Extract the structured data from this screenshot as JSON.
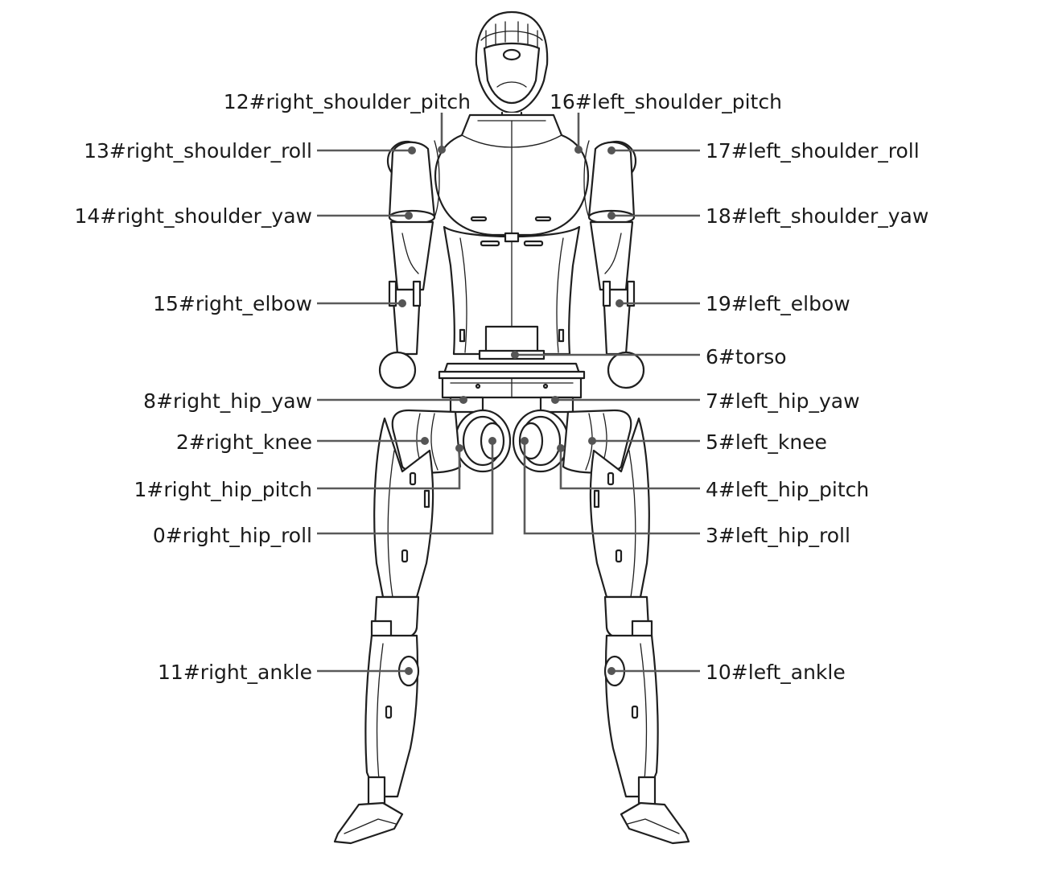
{
  "joints": [
    {
      "id": "j12",
      "label": "12#right_shoulder_pitch",
      "side": "right"
    },
    {
      "id": "j16",
      "label": "16#left_shoulder_pitch",
      "side": "left"
    },
    {
      "id": "j13",
      "label": "13#right_shoulder_roll",
      "side": "right"
    },
    {
      "id": "j17",
      "label": "17#left_shoulder_roll",
      "side": "left"
    },
    {
      "id": "j14",
      "label": "14#right_shoulder_yaw",
      "side": "right"
    },
    {
      "id": "j18",
      "label": "18#left_shoulder_yaw",
      "side": "left"
    },
    {
      "id": "j15",
      "label": "15#right_elbow",
      "side": "right"
    },
    {
      "id": "j19",
      "label": "19#left_elbow",
      "side": "left"
    },
    {
      "id": "j6",
      "label": "6#torso",
      "side": "left"
    },
    {
      "id": "j8",
      "label": "8#right_hip_yaw",
      "side": "right"
    },
    {
      "id": "j7",
      "label": "7#left_hip_yaw",
      "side": "left"
    },
    {
      "id": "j2",
      "label": "2#right_knee",
      "side": "right"
    },
    {
      "id": "j5",
      "label": "5#left_knee",
      "side": "left"
    },
    {
      "id": "j1",
      "label": "1#right_hip_pitch",
      "side": "right"
    },
    {
      "id": "j4",
      "label": "4#left_hip_pitch",
      "side": "left"
    },
    {
      "id": "j0",
      "label": "0#right_hip_roll",
      "side": "right"
    },
    {
      "id": "j3",
      "label": "3#left_hip_roll",
      "side": "left"
    },
    {
      "id": "j11",
      "label": "11#right_ankle",
      "side": "right"
    },
    {
      "id": "j10",
      "label": "10#left_ankle",
      "side": "left"
    }
  ],
  "colors": {
    "line": "#1f1f1f",
    "leader": "#5a5a5a",
    "text": "#1a1a1a"
  }
}
